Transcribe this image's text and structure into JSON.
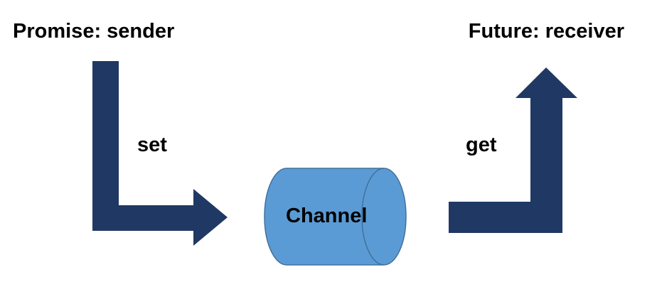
{
  "labels": {
    "sender": "Promise: sender",
    "receiver": "Future: receiver",
    "set": "set",
    "get": "get",
    "channel": "Channel"
  },
  "colors": {
    "arrow_fill": "#203864",
    "channel_fill": "#5b9bd5",
    "channel_stroke": "#41719c",
    "text": "#000000"
  }
}
